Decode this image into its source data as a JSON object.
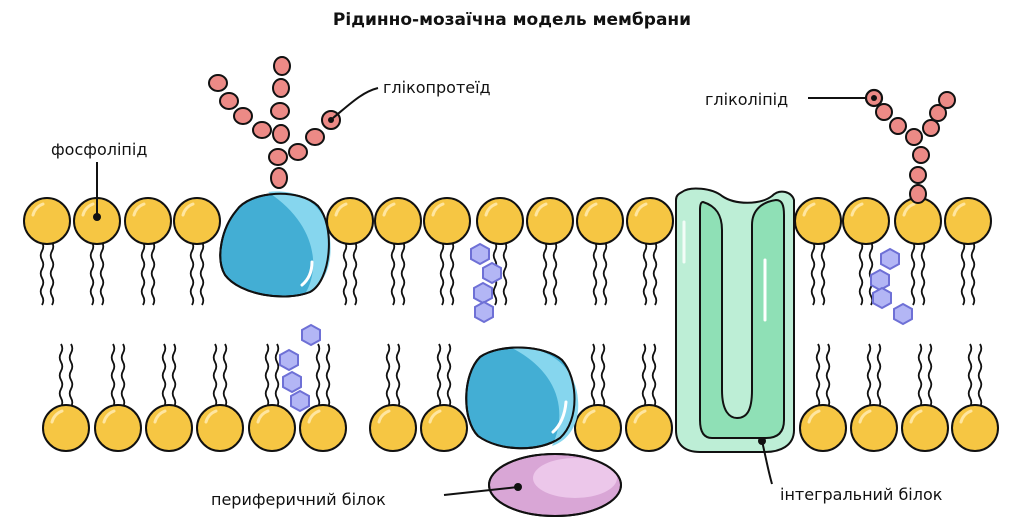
{
  "title": "Рідинно-мозаїчна модель мембрани",
  "labels": {
    "phospholipid": "фосфоліпід",
    "glycoprotein": "глікопротеїд",
    "glycolipid": "гліколіпід",
    "peripheral_protein": "периферичний білок",
    "integral_protein": "інтегральний білок"
  },
  "colors": {
    "phospholipid_head": "#f6c643",
    "sugar_bead": "#ec8a86",
    "cholesterol": "#b3b6f5",
    "globular_protein": "#43aed4",
    "integral_protein": "#bdeed6",
    "peripheral_protein": "#d9a6d6"
  }
}
